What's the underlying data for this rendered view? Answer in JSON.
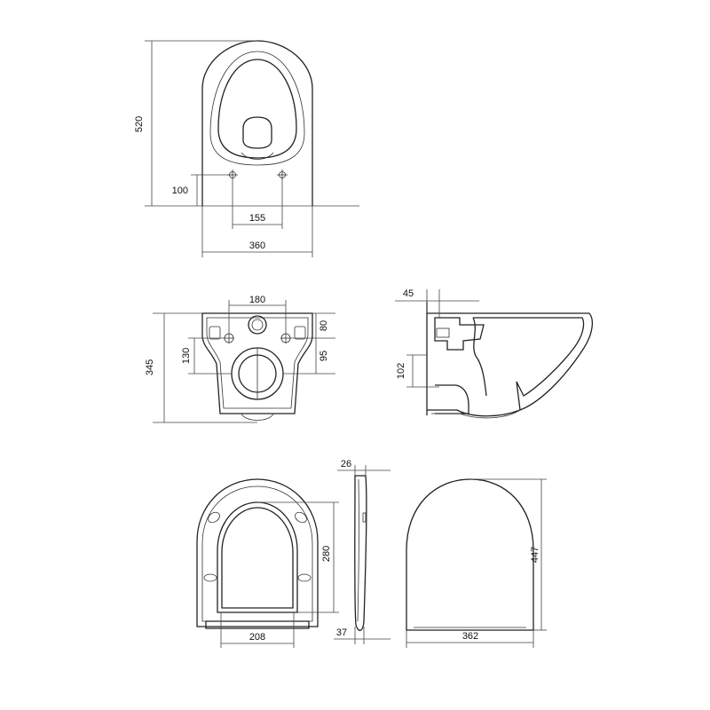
{
  "dimensions": {
    "top_height": "520",
    "top_offset": "100",
    "top_hole_spacing": "155",
    "top_width": "360",
    "rear_hole_spacing": "180",
    "rear_height": "345",
    "rear_holes_height": "130",
    "rear_top_offset": "80",
    "rear_bottom_offset": "95",
    "side_offset": "45",
    "side_outlet_height": "102",
    "seat_thickness": "26",
    "seat_inner_length": "280",
    "seat_hinge_width": "208",
    "seat_edge": "37",
    "lid_width": "362",
    "lid_length": "447"
  }
}
